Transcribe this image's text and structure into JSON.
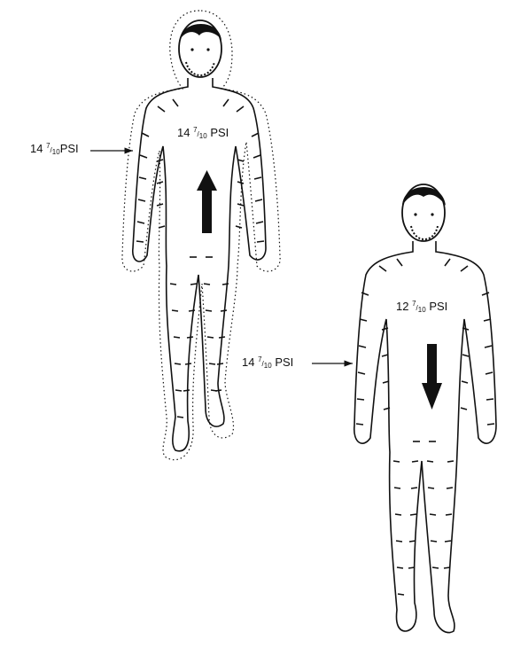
{
  "figure": {
    "figure_a": {
      "outside_pressure": {
        "whole": "14",
        "num": "7",
        "den": "10",
        "unit": "PSI"
      },
      "inside_pressure": {
        "whole": "14",
        "num": "7",
        "den": "10",
        "unit": "PSI"
      },
      "net_flow_direction": "up"
    },
    "figure_b": {
      "outside_pressure": {
        "whole": "14",
        "num": "7",
        "den": "10",
        "unit": "PSI"
      },
      "inside_pressure": {
        "whole": "12",
        "num": "7",
        "den": "10",
        "unit": "PSI"
      },
      "net_flow_direction": "down"
    }
  },
  "colors": {
    "ink": "#111111",
    "paper": "#ffffff"
  }
}
